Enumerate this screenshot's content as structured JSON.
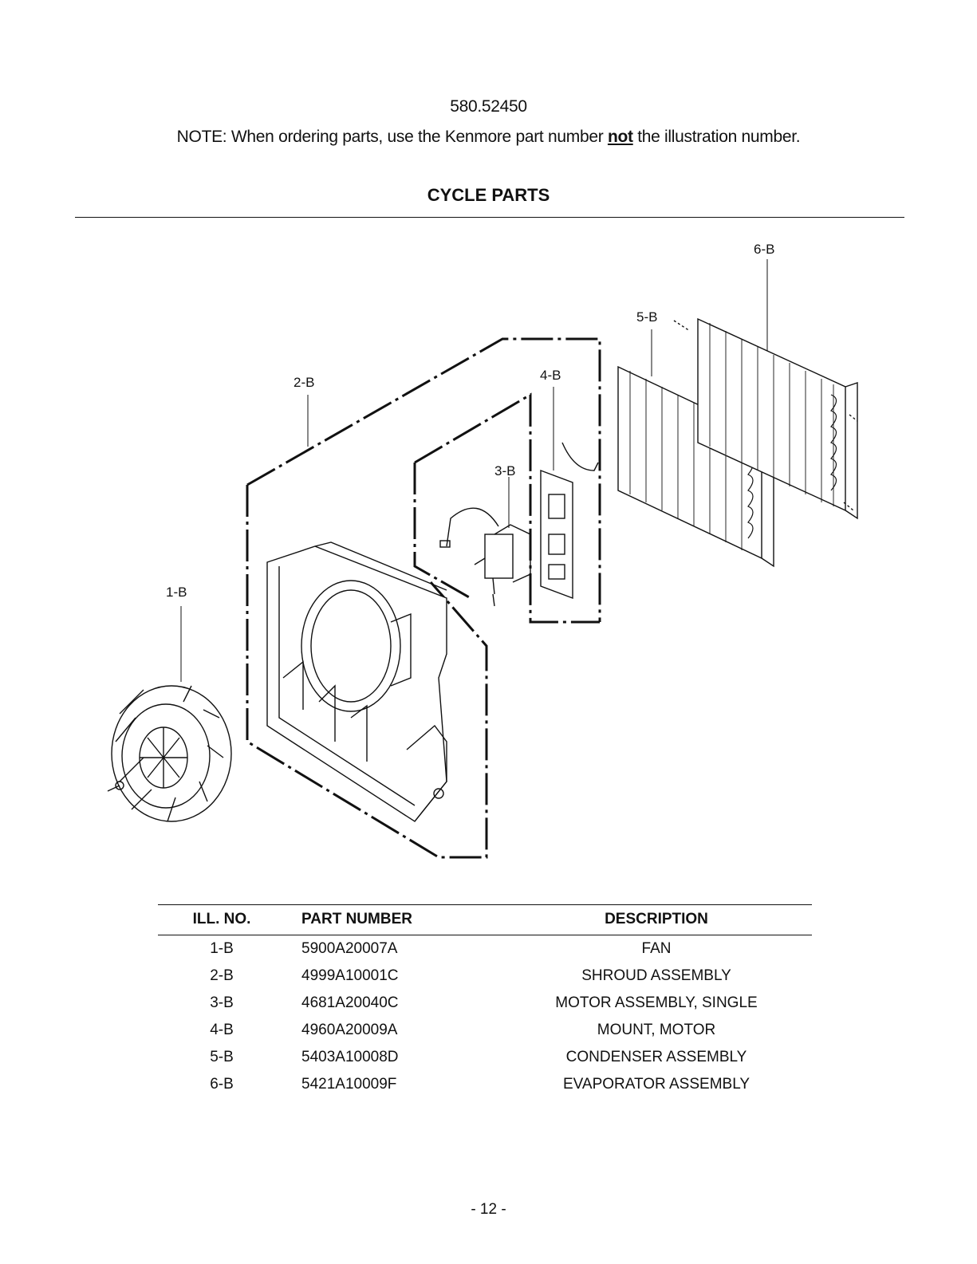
{
  "header": {
    "model": "580.52450",
    "note_prefix": "NOTE: When ordering parts, use the Kenmore part number ",
    "note_emphasis": "not",
    "note_suffix": " the illustration number.",
    "section_title": "CYCLE PARTS"
  },
  "diagram": {
    "callouts": [
      "1-B",
      "2-B",
      "3-B",
      "4-B",
      "5-B",
      "6-B"
    ]
  },
  "table": {
    "headers": [
      "ILL. NO.",
      "PART NUMBER",
      "DESCRIPTION"
    ],
    "rows": [
      {
        "ill": "1-B",
        "part": "5900A20007A",
        "desc": "FAN"
      },
      {
        "ill": "2-B",
        "part": "4999A10001C",
        "desc": "SHROUD ASSEMBLY"
      },
      {
        "ill": "3-B",
        "part": "4681A20040C",
        "desc": "MOTOR ASSEMBLY, SINGLE"
      },
      {
        "ill": "4-B",
        "part": "4960A20009A",
        "desc": "MOUNT, MOTOR"
      },
      {
        "ill": "5-B",
        "part": "5403A10008D",
        "desc": "CONDENSER ASSEMBLY"
      },
      {
        "ill": "6-B",
        "part": "5421A10009F",
        "desc": "EVAPORATOR ASSEMBLY"
      }
    ]
  },
  "footer": {
    "page_number": "- 12 -"
  }
}
